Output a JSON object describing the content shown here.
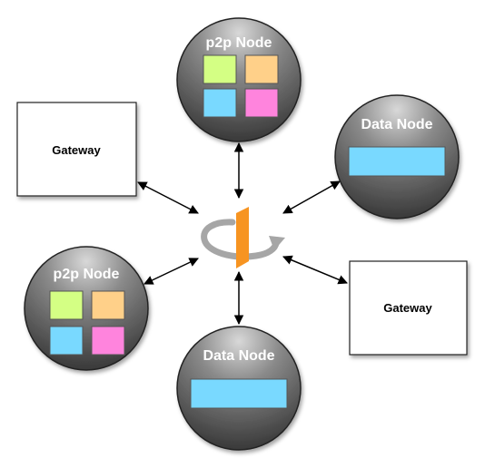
{
  "colors": {
    "node_fill_top": "#c9c9c9",
    "node_fill_bottom": "#3a3a3a",
    "tile_green": "#d4ff84",
    "tile_orange": "#ffd089",
    "tile_blue": "#79d9ff",
    "tile_pink": "#ff84dd",
    "data_bar": "#79d9ff",
    "logo_orange": "#f79421",
    "logo_gray": "#a6a6a6",
    "arrow": "#000000"
  },
  "nodes": {
    "p2p_top": {
      "title": "p2p Node"
    },
    "p2p_left": {
      "title": "p2p Node"
    },
    "data_right": {
      "title": "Data Node"
    },
    "data_bottom": {
      "title": "Data Node"
    }
  },
  "gateways": {
    "left": {
      "label": "Gateway"
    },
    "right": {
      "label": "Gateway"
    }
  },
  "center_logo": {
    "icon": "rotating-hub-icon"
  }
}
